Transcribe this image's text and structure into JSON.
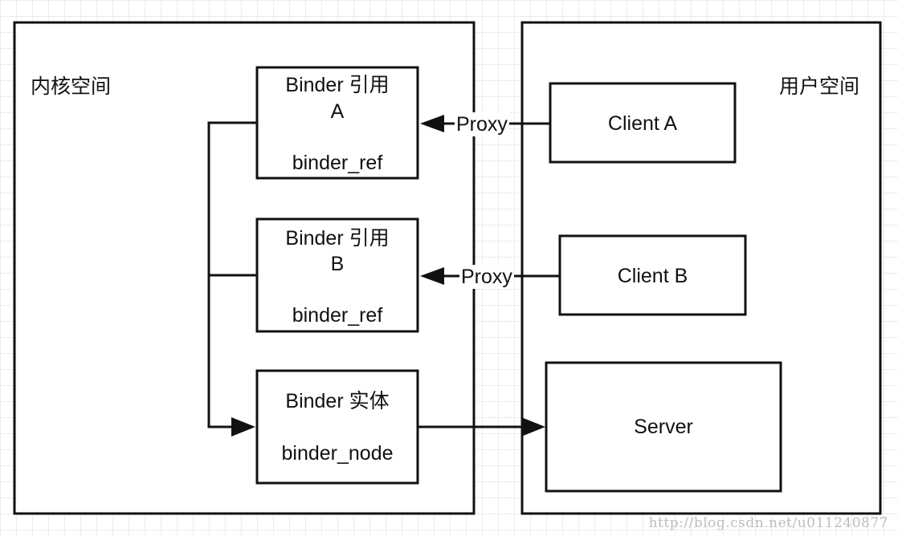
{
  "kernel_space": {
    "title": "内核空间"
  },
  "user_space": {
    "title": "用户空间"
  },
  "binder_ref_a": {
    "title": "Binder 引用",
    "letter": "A",
    "struct": "binder_ref"
  },
  "binder_ref_b": {
    "title": "Binder 引用",
    "letter": "B",
    "struct": "binder_ref"
  },
  "binder_entity": {
    "title": "Binder 实体",
    "struct": "binder_node"
  },
  "client_a": {
    "label": "Client A"
  },
  "client_b": {
    "label": "Client B"
  },
  "server": {
    "label": "Server"
  },
  "connectors": {
    "proxy_a": "Proxy",
    "proxy_b": "Proxy"
  },
  "watermark": "http://blog.csdn.net/u011240877",
  "colors": {
    "line": "#111111",
    "background": "#ffffff",
    "grid": "#ececec",
    "watermark": "#bdbdbd"
  }
}
